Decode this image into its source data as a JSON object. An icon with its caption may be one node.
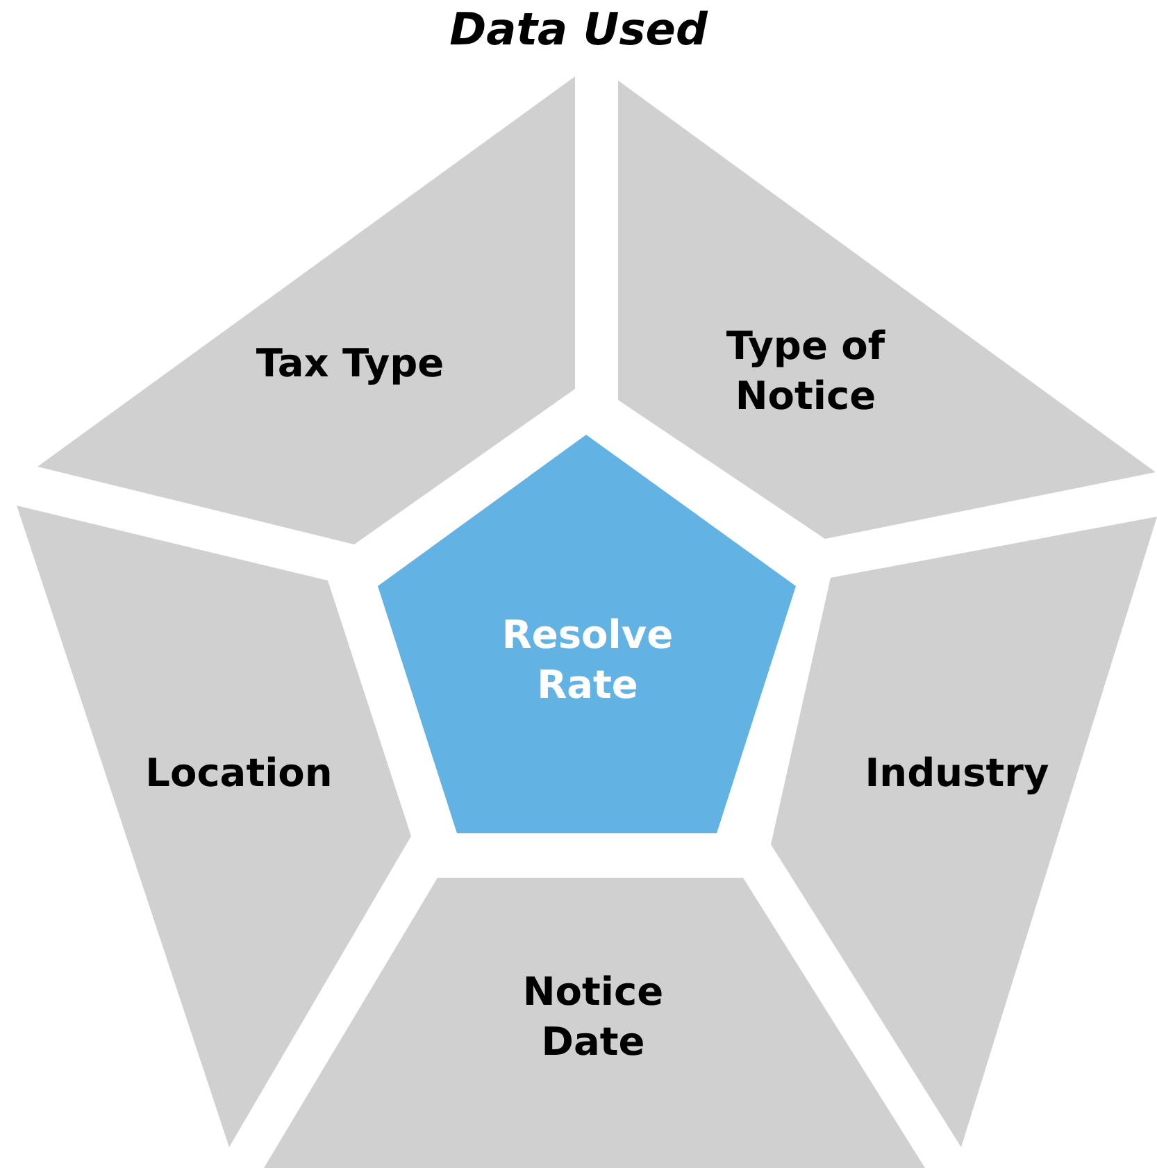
{
  "diagram": {
    "title": "Data Used",
    "nodes": [
      {
        "text": [
          "Tax Type"
        ]
      },
      {
        "text": [
          "Type of Notice"
        ]
      },
      {
        "text": [
          "Industry"
        ]
      },
      {
        "text": [
          "Notice Date"
        ]
      },
      {
        "text": [
          "Location"
        ]
      },
      {
        "text": [
          "Resolve Rate"
        ]
      }
    ]
  }
}
